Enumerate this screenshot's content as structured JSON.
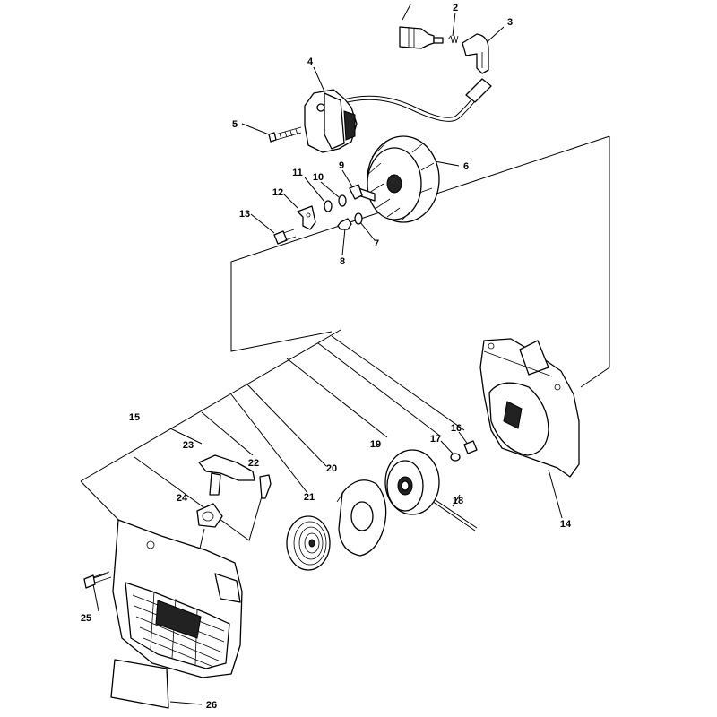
{
  "part_labels": [
    "2",
    "3",
    "4",
    "5",
    "6",
    "7",
    "8",
    "9",
    "10",
    "11",
    "12",
    "13",
    "14",
    "15",
    "16",
    "17",
    "18",
    "19",
    "20",
    "21",
    "22",
    "23",
    "24",
    "25",
    "26"
  ]
}
